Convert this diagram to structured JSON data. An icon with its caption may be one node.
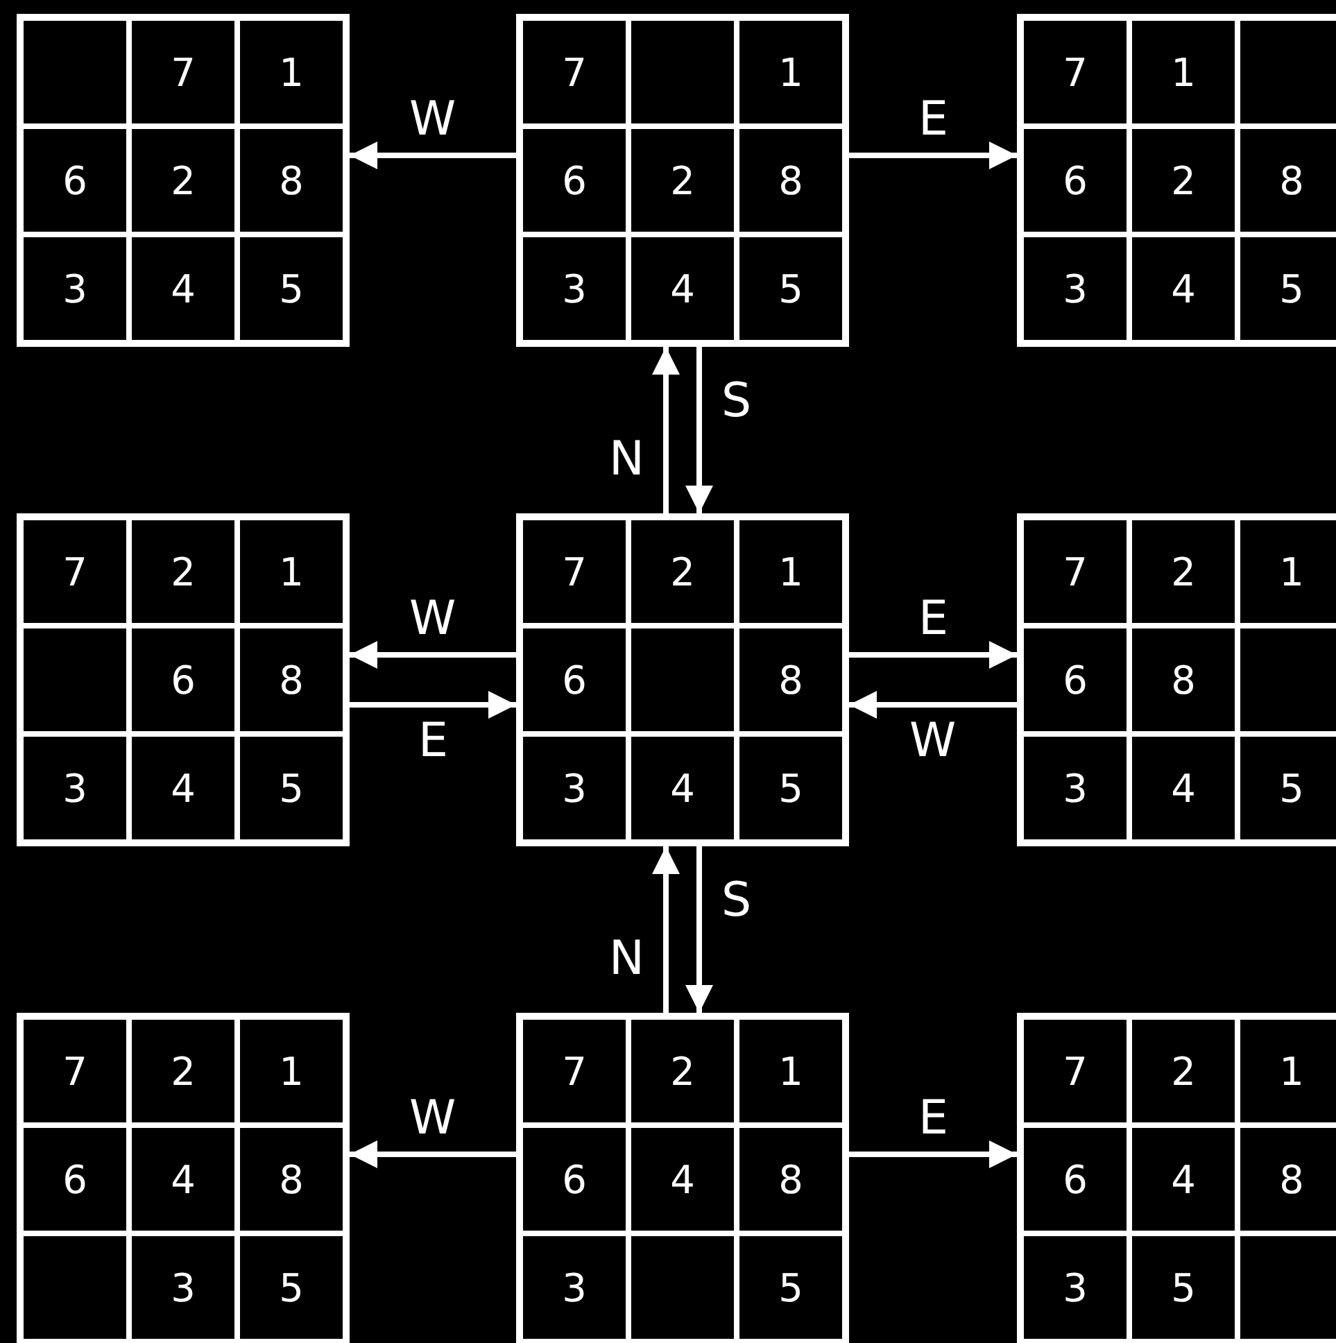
{
  "diagram": {
    "nodes": [
      {
        "text": [],
        "shape": "box"
      },
      {
        "text": [],
        "shape": "box",
        "in": 0
      },
      {
        "text": [
          "7"
        ],
        "in": 0
      },
      {
        "text": [
          "1"
        ],
        "in": 0
      },
      {
        "text": [
          "6"
        ],
        "in": 0
      },
      {
        "text": [
          "2"
        ],
        "in": 0
      },
      {
        "text": [
          "8"
        ],
        "in": 0
      },
      {
        "text": [
          "3"
        ],
        "in": 0
      },
      {
        "text": [
          "4"
        ],
        "in": 0
      },
      {
        "text": [
          "5"
        ],
        "in": 0
      },
      {
        "text": [],
        "shape": "box"
      },
      {
        "text": [
          "7"
        ],
        "in": 10
      },
      {
        "text": [],
        "shape": "box",
        "in": 10
      },
      {
        "text": [
          "1"
        ],
        "in": 10
      },
      {
        "text": [
          "6"
        ],
        "in": 10
      },
      {
        "text": [
          "2"
        ],
        "in": 10
      },
      {
        "text": [
          "8"
        ],
        "in": 10
      },
      {
        "text": [
          "3"
        ],
        "in": 10
      },
      {
        "text": [
          "4"
        ],
        "in": 10
      },
      {
        "text": [
          "5"
        ],
        "in": 10
      },
      {
        "text": [],
        "shape": "box"
      },
      {
        "text": [
          "7"
        ],
        "in": 20
      },
      {
        "text": [
          "1"
        ],
        "in": 20
      },
      {
        "text": [],
        "shape": "box",
        "in": 20
      },
      {
        "text": [
          "6"
        ],
        "in": 20
      },
      {
        "text": [
          "2"
        ],
        "in": 20
      },
      {
        "text": [
          "8"
        ],
        "in": 20
      },
      {
        "text": [
          "3"
        ],
        "in": 20
      },
      {
        "text": [
          "4"
        ],
        "in": 20
      },
      {
        "text": [
          "5"
        ],
        "in": 20
      },
      {
        "text": [],
        "shape": "box"
      },
      {
        "text": [
          "7"
        ],
        "in": 30
      },
      {
        "text": [
          "2"
        ],
        "in": 30
      },
      {
        "text": [
          "1"
        ],
        "in": 30
      },
      {
        "text": [],
        "shape": "box",
        "in": 30
      },
      {
        "text": [
          "6"
        ],
        "in": 30
      },
      {
        "text": [
          "8"
        ],
        "in": 30
      },
      {
        "text": [
          "3"
        ],
        "in": 30
      },
      {
        "text": [
          "4"
        ],
        "in": 30
      },
      {
        "text": [
          "5"
        ],
        "in": 30
      },
      {
        "text": [],
        "shape": "box"
      },
      {
        "text": [
          "7"
        ],
        "in": 40
      },
      {
        "text": [
          "2"
        ],
        "in": 40
      },
      {
        "text": [
          "1"
        ],
        "in": 40
      },
      {
        "text": [
          "6"
        ],
        "in": 40
      },
      {
        "text": [],
        "shape": "box",
        "in": 40
      },
      {
        "text": [
          "8"
        ],
        "in": 40
      },
      {
        "text": [
          "3"
        ],
        "in": 40
      },
      {
        "text": [
          "4"
        ],
        "in": 40
      },
      {
        "text": [
          "5"
        ],
        "in": 40
      },
      {
        "text": [],
        "shape": "box"
      },
      {
        "text": [
          "7"
        ],
        "in": 50
      },
      {
        "text": [
          "2"
        ],
        "in": 50
      },
      {
        "text": [
          "1"
        ],
        "in": 50
      },
      {
        "text": [
          "6"
        ],
        "in": 50
      },
      {
        "text": [
          "8"
        ],
        "in": 50
      },
      {
        "text": [],
        "shape": "box",
        "in": 50
      },
      {
        "text": [
          "3"
        ],
        "in": 50
      },
      {
        "text": [
          "4"
        ],
        "in": 50
      },
      {
        "text": [
          "5"
        ],
        "in": 50
      },
      {
        "text": [],
        "shape": "box"
      },
      {
        "text": [
          "7"
        ],
        "in": 60
      },
      {
        "text": [
          "2"
        ],
        "in": 60
      },
      {
        "text": [
          "1"
        ],
        "in": 60
      },
      {
        "text": [
          "6"
        ],
        "in": 60
      },
      {
        "text": [
          "4"
        ],
        "in": 60
      },
      {
        "text": [
          "8"
        ],
        "in": 60
      },
      {
        "text": [],
        "shape": "box",
        "in": 60
      },
      {
        "text": [
          "3"
        ],
        "in": 60
      },
      {
        "text": [
          "5"
        ],
        "in": 60
      },
      {
        "text": [],
        "shape": "box"
      },
      {
        "text": [
          "7"
        ],
        "in": 70
      },
      {
        "text": [
          "2"
        ],
        "in": 70
      },
      {
        "text": [
          "1"
        ],
        "in": 70
      },
      {
        "text": [
          "6"
        ],
        "in": 70
      },
      {
        "text": [
          "4"
        ],
        "in": 70
      },
      {
        "text": [
          "8"
        ],
        "in": 70
      },
      {
        "text": [
          "3"
        ],
        "in": 70
      },
      {
        "text": [],
        "shape": "box",
        "in": 70
      },
      {
        "text": [
          "5"
        ],
        "in": 70
      },
      {
        "text": [],
        "shape": "box"
      },
      {
        "text": [
          "7"
        ],
        "in": 80
      },
      {
        "text": [
          "2"
        ],
        "in": 80
      },
      {
        "text": [
          "1"
        ],
        "in": 80
      },
      {
        "text": [
          "6"
        ],
        "in": 80
      },
      {
        "text": [
          "4"
        ],
        "in": 80
      },
      {
        "text": [
          "8"
        ],
        "in": 80
      },
      {
        "text": [
          "3"
        ],
        "in": 80
      },
      {
        "text": [
          "5"
        ],
        "in": 80
      },
      {
        "text": [],
        "shape": "box",
        "in": 80
      }
    ],
    "edges": [
      {
        "from": 10,
        "to": 0,
        "arrow": "to",
        "label": "W"
      },
      {
        "from": 10,
        "to": 20,
        "arrow": "to",
        "label": "E"
      },
      {
        "from": 40,
        "to": 10,
        "arrow": "to",
        "label": "N"
      },
      {
        "from": 10,
        "to": 40,
        "arrow": "to",
        "label": "S"
      },
      {
        "from": 40,
        "to": 30,
        "arrow": "to",
        "label": "W"
      },
      {
        "from": 30,
        "to": 40,
        "arrow": "to",
        "label": "E"
      },
      {
        "from": 40,
        "to": 50,
        "arrow": "to",
        "label": "E"
      },
      {
        "from": 50,
        "to": 40,
        "arrow": "to",
        "label": "W"
      },
      {
        "from": 40,
        "to": 70,
        "arrow": "to",
        "label": "S"
      },
      {
        "from": 70,
        "to": 40,
        "arrow": "to",
        "label": "N"
      },
      {
        "from": 70,
        "to": 60,
        "arrow": "to",
        "label": "W"
      },
      {
        "from": 70,
        "to": 80,
        "arrow": "to",
        "label": "E"
      }
    ]
  }
}
